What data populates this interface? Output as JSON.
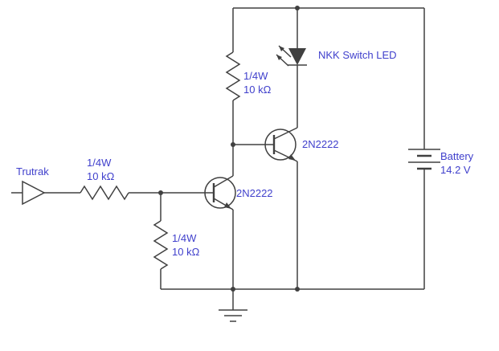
{
  "colors": {
    "wire": "#404040",
    "label": "#4040cc",
    "background": "#ffffff"
  },
  "schematic": {
    "input": {
      "label": "Trutrak"
    },
    "input_resistor": {
      "rating": "1/4W",
      "value": "10 kΩ"
    },
    "pulldown_resistor": {
      "rating": "1/4W",
      "value": "10 kΩ"
    },
    "collector_resistor": {
      "rating": "1/4W",
      "value": "10 kΩ"
    },
    "transistor_q1": {
      "label": "2N2222"
    },
    "transistor_q2": {
      "label": "2N2222"
    },
    "led": {
      "label": "NKK Switch LED"
    },
    "battery": {
      "name": "Battery",
      "voltage": "14.2 V"
    }
  }
}
